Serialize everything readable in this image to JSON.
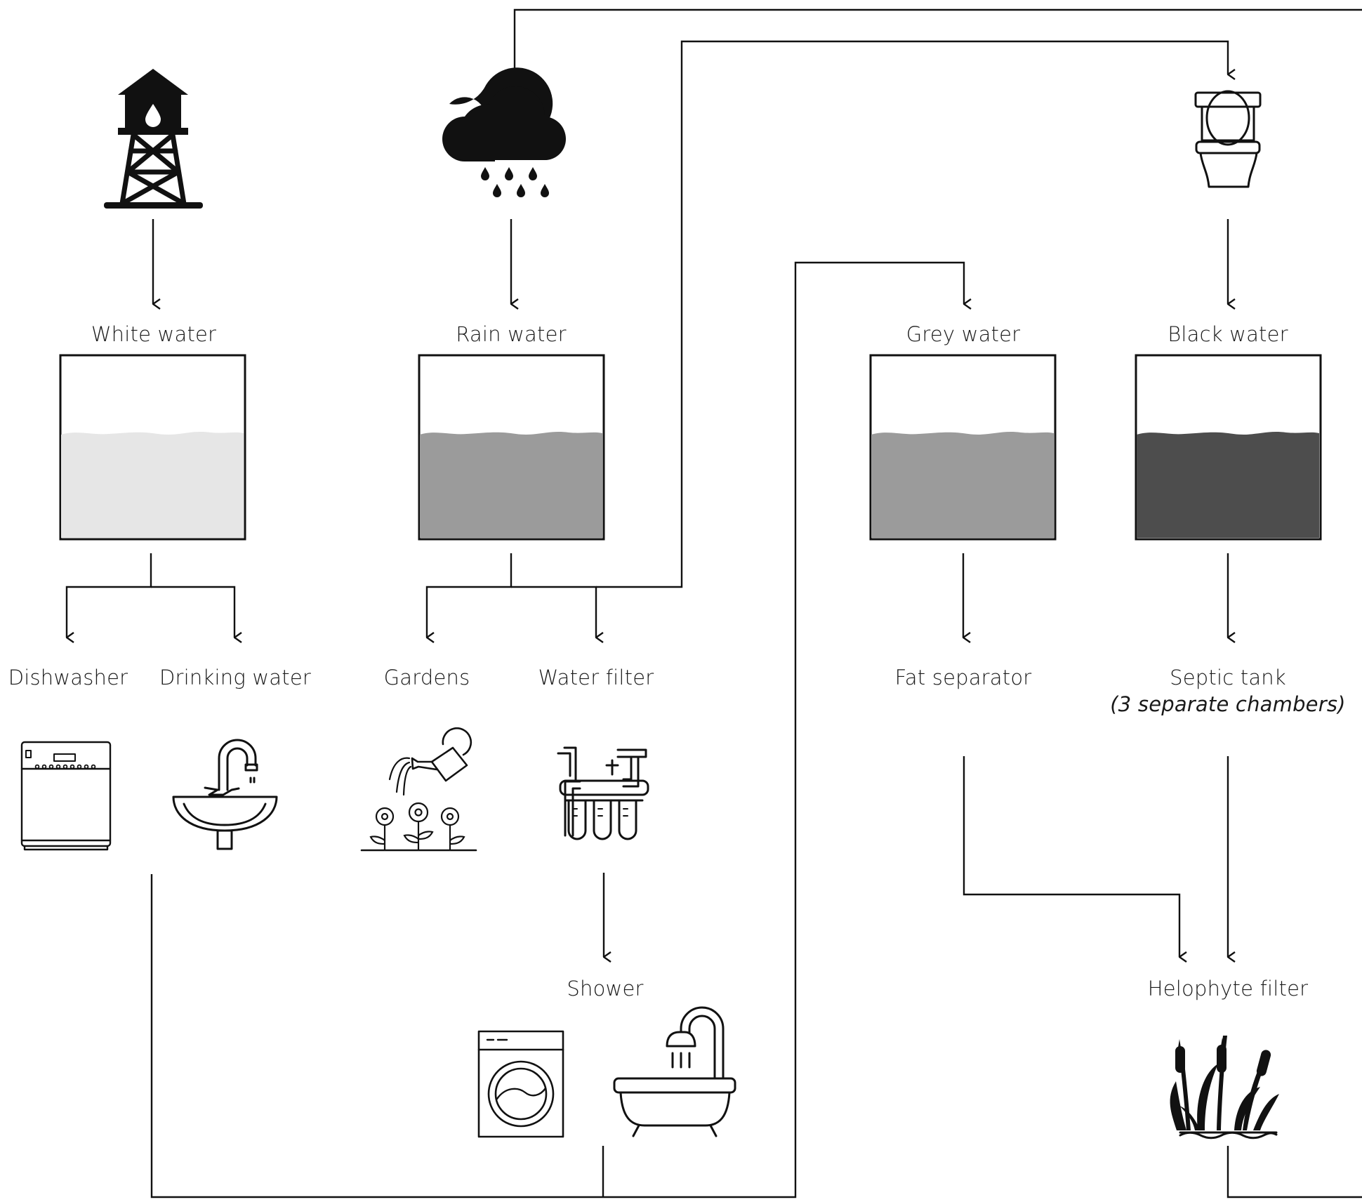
{
  "colors": {
    "white_water": "#e6e6e6",
    "rain_water": "#9b9b9b",
    "grey_water": "#9b9b9b",
    "black_water": "#4d4d4d",
    "line": "#111111"
  },
  "tanks": {
    "white": {
      "label": "White water"
    },
    "rain": {
      "label": "Rain water"
    },
    "grey": {
      "label": "Grey water"
    },
    "black": {
      "label": "Black water"
    }
  },
  "outlets": {
    "dishwasher": "Dishwasher",
    "drinking": "Drinking water",
    "gardens": "Gardens",
    "filter": "Water filter",
    "fat": "Fat separator",
    "septic": "Septic tank",
    "septic_note": "(3 separate chambers)",
    "shower": "Shower",
    "helophyte": "Helophyte filter"
  },
  "icons": [
    "water-tower-icon",
    "rain-cloud-icon",
    "toilet-icon",
    "dishwasher-icon",
    "sink-icon",
    "watering-can-icon",
    "water-filter-icon",
    "washing-machine-icon",
    "bathtub-icon",
    "reed-plants-icon"
  ]
}
